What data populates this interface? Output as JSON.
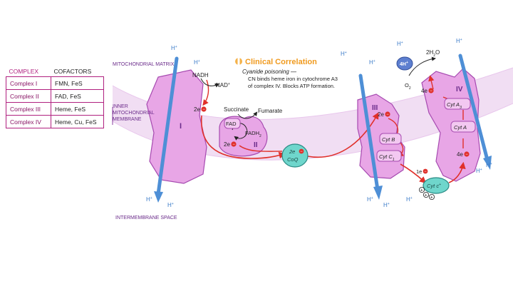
{
  "table": {
    "header": {
      "complex": "COMPLEX",
      "cofactors": "COFACTORS"
    },
    "rows": [
      {
        "complex": "Complex I",
        "cofactors": "FMN, FeS"
      },
      {
        "complex": "Complex II",
        "cofactors": "FAD, FeS"
      },
      {
        "complex": "Complex III",
        "cofactors": "Heme, FeS"
      },
      {
        "complex": "Complex IV",
        "cofactors": "Heme, Cu, FeS"
      }
    ]
  },
  "regions": {
    "matrix": "MITOCHONDRIAL MATRIX",
    "membrane_line1": "INNER",
    "membrane_line2": "MITOCHONDRIAL",
    "membrane_line3": "MEMBRANE",
    "intermembrane": "INTERMEMBRANE SPACE"
  },
  "clinical": {
    "title": "Clinical Correlation",
    "subtitle": "Cyanide poisoning —",
    "line1": "CN binds heme iron in cytochrome A3",
    "line2": "of complex IV. Blocks ATP formation."
  },
  "complexes": {
    "c1": "I",
    "c2": "II",
    "c3": "III",
    "c4": "IV"
  },
  "molecules": {
    "nadh": "NADH",
    "nad": "NAD",
    "nad_sup": "+",
    "succinate": "Succinate",
    "fumarate": "Fumarate",
    "fad": "FAD",
    "fadh": "FADH",
    "fadh_sub": "2",
    "coq_e": "2e",
    "coq": "CoQ",
    "cytb": "Cyt B",
    "cytc1": "Cyt C",
    "cytc1_sub": "1",
    "cytc": "Cyt c",
    "cyta": "Cyt A",
    "cyta3": "Cyt A",
    "cyta3_sub": "3",
    "four_h": "4H",
    "four_h_sup": "+",
    "o2": "O",
    "o2_sub": "2",
    "water_pre": "2H",
    "water_sub": "2",
    "water_post": "O"
  },
  "electrons": {
    "c1_2e": "2e",
    "c2_2e": "2e",
    "c3_2e": "2e",
    "c4_4e_top": "4e",
    "c4_4e_bottom": "4e",
    "one_e": "1e",
    "minus": "−",
    "plus": "+"
  },
  "protons": {
    "h": "H",
    "sup": "+"
  },
  "colors": {
    "complex_fill": "#e8a6e6",
    "complex_stroke": "#a64ab0",
    "membrane_band": "#f0dcf2",
    "proton_arrow": "#4e8fd6",
    "electron_path": "#e0302a",
    "coq_fill": "#6fd6cc",
    "h_plus_ion": "#5d7fd0",
    "clinical_title": "#f09a1e",
    "table_border": "#b0207f"
  }
}
